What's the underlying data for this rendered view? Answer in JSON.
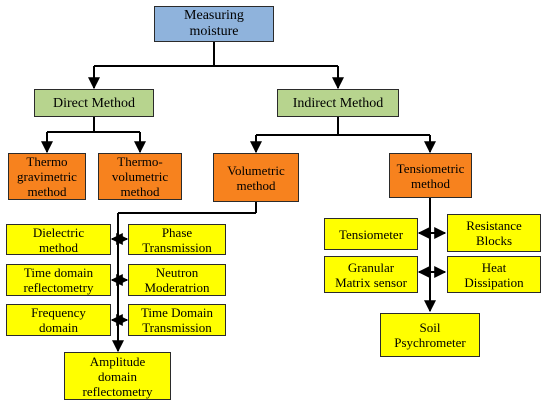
{
  "colors": {
    "root": "#8fb3dc",
    "method": "#b7d48e",
    "category": "#f7821e",
    "technique": "#ffff00",
    "line": "#000000"
  },
  "root": {
    "label": "Measuring\nmoisture"
  },
  "methods": {
    "direct": "Direct Method",
    "indirect": "Indirect Method"
  },
  "categories": {
    "thermo_gravimetric": "Thermo\ngravimetric\nmethod",
    "thermo_volumetric": "Thermo-\nvolumetric\nmethod",
    "volumetric": "Volumetric\nmethod",
    "tensiometric": "Tensiometric\nmethod"
  },
  "volumetric_techniques": {
    "dielectric": "Dielectric\nmethod",
    "time_domain_reflectometry": "Time domain\nreflectometry",
    "frequency_domain": "Frequency\ndomain",
    "phase_transmission": "Phase\nTransmission",
    "neutron_moderation": "Neutron\nModeratrion",
    "time_domain_transmission": "Time Domain\nTransmission",
    "amplitude_domain_reflectometry": "Amplitude\ndomain\nreflectometry"
  },
  "tensiometric_techniques": {
    "tensiometer": "Tensiometer",
    "resistance_blocks": "Resistance\nBlocks",
    "granular_matrix_sensor": "Granular\nMatrix sensor",
    "heat_dissipation": "Heat\nDissipation",
    "soil_psychrometer": "Soil\nPsychrometer"
  }
}
